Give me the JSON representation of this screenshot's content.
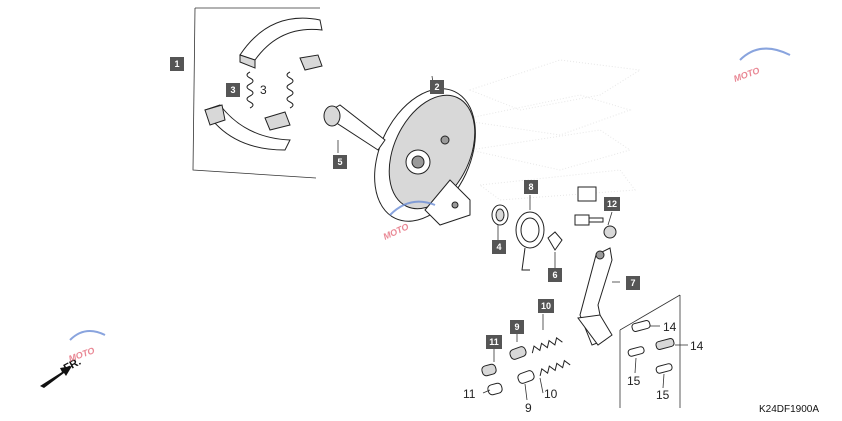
{
  "callouts": [
    {
      "id": "c1",
      "label": "1",
      "boxed": true
    },
    {
      "id": "c2",
      "label": "2",
      "boxed": true
    },
    {
      "id": "c3b",
      "label": "3",
      "boxed": true
    },
    {
      "id": "c3",
      "label": "3",
      "boxed": false
    },
    {
      "id": "c4",
      "label": "4",
      "boxed": true
    },
    {
      "id": "c5",
      "label": "5",
      "boxed": true
    },
    {
      "id": "c6",
      "label": "6",
      "boxed": true
    },
    {
      "id": "c7",
      "label": "7",
      "boxed": true
    },
    {
      "id": "c8",
      "label": "8",
      "boxed": true
    },
    {
      "id": "c9b",
      "label": "9",
      "boxed": true
    },
    {
      "id": "c9",
      "label": "9",
      "boxed": false
    },
    {
      "id": "c10b",
      "label": "10",
      "boxed": true
    },
    {
      "id": "c10",
      "label": "10",
      "boxed": false
    },
    {
      "id": "c11b",
      "label": "11",
      "boxed": true
    },
    {
      "id": "c11",
      "label": "11",
      "boxed": false
    },
    {
      "id": "c12",
      "label": "12",
      "boxed": true
    },
    {
      "id": "c14a",
      "label": "14",
      "boxed": false
    },
    {
      "id": "c14b",
      "label": "14",
      "boxed": false
    },
    {
      "id": "c15a",
      "label": "15",
      "boxed": false
    },
    {
      "id": "c15b",
      "label": "15",
      "boxed": false
    }
  ],
  "direction_label": "FR.",
  "diagram_code": "K24DF1900A",
  "watermark_text": "MOTO",
  "colors": {
    "box": "#555555",
    "line": "#222222",
    "watermark": "#e46a7a"
  }
}
